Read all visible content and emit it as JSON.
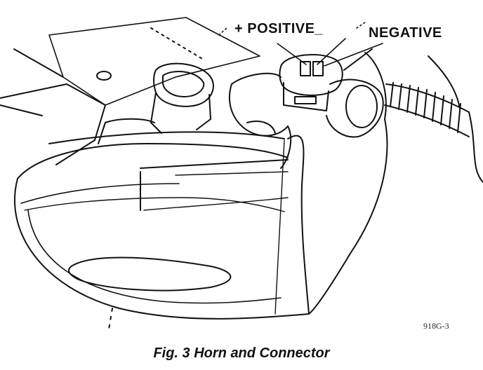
{
  "labels": {
    "positive": "+ POSITIVE_",
    "negative": "NEGATIVE"
  },
  "figure_code": "918G-3",
  "caption": "Fig. 3  Horn and Connector",
  "colors": {
    "ink": "#111111",
    "paper": "#ffffff"
  }
}
